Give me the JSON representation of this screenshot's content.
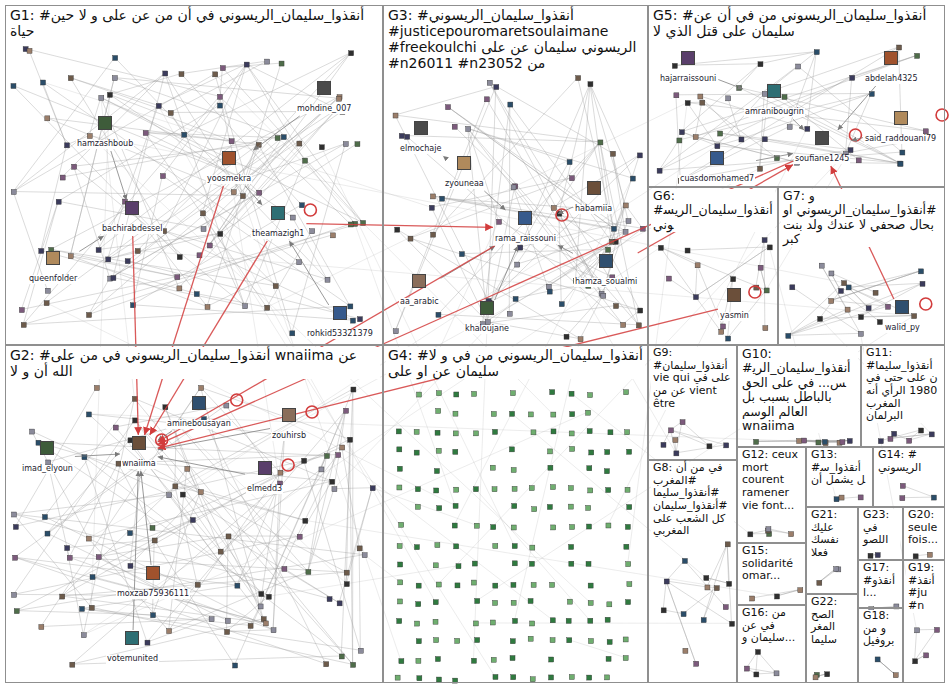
{
  "diagram": {
    "nodes": [
      {
        "text": [
          "G1: #أنقذوا_سليمان_الريسوني في أن من عن على و لا حين حياة"
        ]
      },
      {
        "text": [
          "G2: #أنقذوا_سليمان_الريسوني في من على wnaiima عن الله أن و لا"
        ]
      },
      {
        "text": [
          "G3: #أنقذوا_سليمان_الريسوني #justicepouromaretsoulaimane #freekoulchi الريسوني سليمان عن على #n26011 #n23052 من"
        ]
      },
      {
        "text": [
          "G4: #أنقذوا_سليمان_الريسوني من في و لا سليمان عن او على"
        ]
      },
      {
        "text": [
          "G5: #أنقذوا_سليمان_الريسوني من في أن عن سليمان على قتل الذي لا"
        ]
      },
      {
        "text": [
          "G6: #أنقذوا_سليمان_الريسوني"
        ]
      },
      {
        "text": [
          "G7: و #أنقذوا_سليمان_الريسوني او بحال صحفي لا عندك ولد بنت كبر"
        ]
      },
      {
        "text": [
          "G8: في من أن #المغرب #أنقذوا_سليما #أنقذوا_سليمان كل الشعب على المغربي"
        ]
      },
      {
        "text": [
          "G9: #أنقذوا_سليمان vie qui على في عن من vient être"
        ]
      },
      {
        "text": [
          "G10: #أنقذوا_سليمان_الريس... في على الحق بالباطل بسبب بل العالم الوسم wnaiima"
        ]
      },
      {
        "text": [
          "G11: #أنقذوا_سليمان على حتى في 1980 الرأي أنه المغرب البرلمان"
        ]
      },
      {
        "text": [
          "G12: ceux mort courent ramener vie font..."
        ]
      },
      {
        "text": [
          "G13: #أنقذوا_سل يشمل أن"
        ]
      },
      {
        "text": [
          "G14: # الريسوني"
        ]
      },
      {
        "text": [
          "G15: solidarité omar..."
        ]
      },
      {
        "text": [
          "G16: من في عن سليمان و..."
        ]
      },
      {
        "text": [
          "G17: #أنقذوا..."
        ]
      },
      {
        "text": [
          "G18: و من بروفيل"
        ]
      },
      {
        "text": [
          "G19: #أنقذ #ju #n"
        ]
      },
      {
        "text": [
          "G20: seule fois..."
        ]
      },
      {
        "text": [
          "G21: عليك نفسك فعلا"
        ]
      },
      {
        "text": [
          "G22: الصح المغر سليما"
        ]
      },
      {
        "text": [
          "G23: في اللصو"
        ]
      },
      {
        "text": [
          "hamzashboub"
        ],
        "in": 0
      },
      {
        "text": [
          "bachirabdessel"
        ],
        "in": 0
      },
      {
        "text": [
          "yoosmekra"
        ],
        "in": 0
      },
      {
        "text": [
          "theamazigh1"
        ],
        "in": 0
      },
      {
        "text": [
          "mohdine_007"
        ],
        "in": 0
      },
      {
        "text": [
          "queenfolder"
        ],
        "in": 0
      },
      {
        "text": [
          "rohkid53321379"
        ],
        "in": 0
      },
      {
        "text": [
          "wnaiima"
        ],
        "in": 1
      },
      {
        "text": [
          "aminebousayan"
        ],
        "in": 1
      },
      {
        "text": [
          "zouhirsb"
        ],
        "in": 1
      },
      {
        "text": [
          "imad_elyoun"
        ],
        "in": 1
      },
      {
        "text": [
          "elmedd3"
        ],
        "in": 1
      },
      {
        "text": [
          "moxzab75936111"
        ],
        "in": 1
      },
      {
        "text": [
          "votemunited"
        ],
        "in": 1
      },
      {
        "text": [
          "elmochaje"
        ],
        "in": 2
      },
      {
        "text": [
          "zyouneaa"
        ],
        "in": 2
      },
      {
        "text": [
          "rama_raissouni"
        ],
        "in": 2
      },
      {
        "text": [
          "habamiia"
        ],
        "in": 2
      },
      {
        "text": [
          "hamza_soualmi"
        ],
        "in": 2
      },
      {
        "text": [
          "aa_arabic"
        ],
        "in": 2
      },
      {
        "text": [
          "khaloujane"
        ],
        "in": 2
      },
      {
        "text": [
          "hajarraissouni"
        ],
        "in": 4
      },
      {
        "text": [
          "abdelah4325"
        ],
        "in": 4
      },
      {
        "text": [
          "amranibougrin"
        ],
        "in": 4
      },
      {
        "text": [
          "soufiane1245"
        ],
        "in": 4
      },
      {
        "text": [
          "said_raddouani79"
        ],
        "in": 4
      },
      {
        "text": [
          "cuasdomohamed7"
        ],
        "in": 4
      },
      {
        "text": [
          "yasmin"
        ],
        "in": 5
      },
      {
        "text": [
          "walid_py"
        ],
        "in": 6
      }
    ],
    "edges": [
      {
        "from": 31,
        "to": 30,
        "arrow": "to"
      },
      {
        "from": 32,
        "to": 30,
        "arrow": "to"
      },
      {
        "from": 33,
        "to": 30,
        "arrow": "to"
      },
      {
        "from": 34,
        "to": 30,
        "arrow": "to"
      },
      {
        "from": 35,
        "to": 30,
        "arrow": "to"
      },
      {
        "from": 36,
        "to": 30,
        "arrow": "to"
      },
      {
        "from": 24,
        "to": 30,
        "arrow": "to"
      },
      {
        "from": 26,
        "to": 30,
        "arrow": "to"
      },
      {
        "from": 25,
        "to": 30,
        "arrow": "to"
      },
      {
        "from": 23,
        "to": 24,
        "arrow": "to"
      },
      {
        "from": 25,
        "to": 26,
        "arrow": "to"
      },
      {
        "from": 27,
        "to": 25,
        "arrow": "to"
      },
      {
        "from": 28,
        "to": 24,
        "arrow": "to"
      },
      {
        "from": 29,
        "to": 26,
        "arrow": "to"
      },
      {
        "from": 38,
        "to": 39,
        "arrow": "to"
      },
      {
        "from": 37,
        "to": 38,
        "arrow": "to"
      },
      {
        "from": 40,
        "to": 39,
        "arrow": "to"
      },
      {
        "from": 41,
        "to": 39,
        "arrow": "to"
      },
      {
        "from": 42,
        "to": 39,
        "arrow": "to"
      },
      {
        "from": 43,
        "to": 39,
        "arrow": "to"
      },
      {
        "from": 39,
        "to": 30,
        "arrow": "to"
      },
      {
        "from": 46,
        "to": 47,
        "arrow": "to"
      },
      {
        "from": 44,
        "to": 46,
        "arrow": "to"
      },
      {
        "from": 45,
        "to": 47,
        "arrow": "to"
      },
      {
        "from": 48,
        "to": 47,
        "arrow": "to"
      },
      {
        "from": 49,
        "to": 47,
        "arrow": "to"
      },
      {
        "from": 47,
        "to": 30,
        "arrow": "to"
      },
      {
        "from": 50,
        "to": 30,
        "arrow": "to"
      },
      {
        "from": 51,
        "to": 47,
        "arrow": "to"
      },
      {
        "from": 41,
        "to": 47,
        "arrow": "to"
      },
      {
        "from": 26,
        "to": 39,
        "arrow": "to"
      }
    ]
  }
}
